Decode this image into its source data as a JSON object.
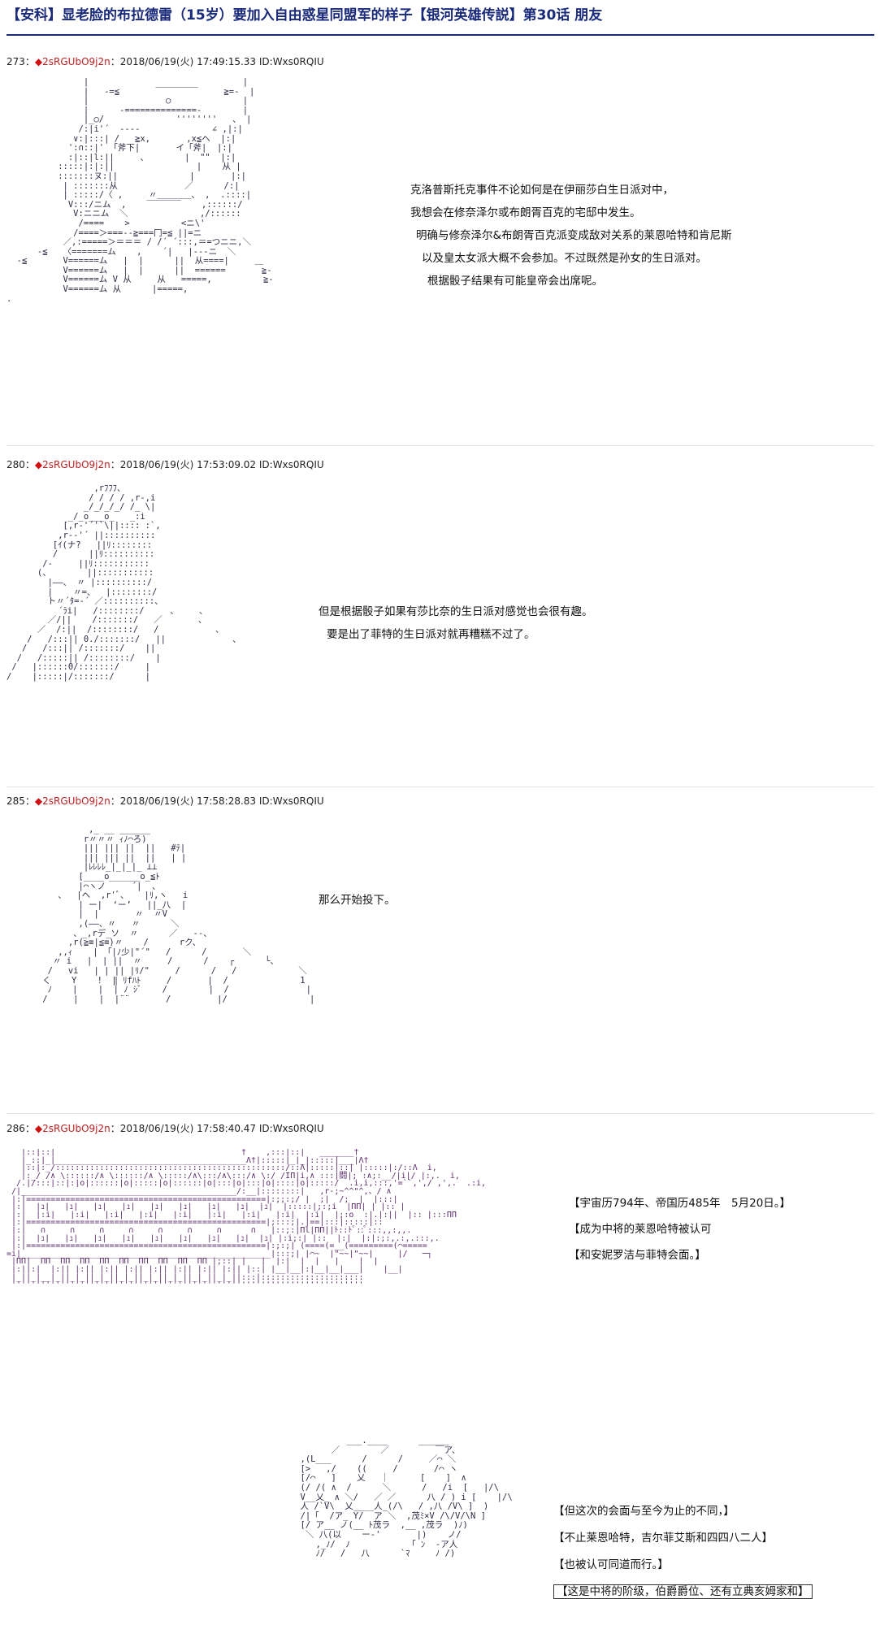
{
  "page": {
    "title": "【安科】显老脸的布拉德雷（15岁）要加入自由惑星同盟军的样子【银河英雄传説】第30话 朋友"
  },
  "posts": [
    {
      "number": "273",
      "separator": "：",
      "diamond": "◆",
      "trip": "2sRGUbO9j2n",
      "meta": "：2018/06/19(火) 17:49:15.33 ID:Wxs0RQIU",
      "lines": [
        "克洛普斯托克事件不论如何是在伊丽莎白生日派对中，",
        "我想会在修奈泽尔或布朗胥百克的宅邸中发生。",
        "明确与修奈泽尔&布朗胥百克派变成敌对关系的莱恩哈特和肯尼斯",
        "以及皇太女派大概不会参加。不过既然是孙女的生日派对。",
        "根据骰子结果有可能皇帝会出席呢。"
      ]
    },
    {
      "number": "280",
      "separator": "：",
      "diamond": "◆",
      "trip": "2sRGUbO9j2n",
      "meta": "：2018/06/19(火) 17:53:09.02 ID:Wxs0RQIU",
      "lines": [
        "但是根据骰子如果有莎比奈的生日派对感觉也会很有趣。",
        "要是出了菲特的生日派对就再糟糕不过了。"
      ]
    },
    {
      "number": "285",
      "separator": "：",
      "diamond": "◆",
      "trip": "2sRGUbO9j2n",
      "meta": "：2018/06/19(火) 17:58:28.83 ID:Wxs0RQIU",
      "lines": [
        "那么开始投下。"
      ]
    },
    {
      "number": "286",
      "separator": "：",
      "diamond": "◆",
      "trip": "2sRGUbO9j2n",
      "meta": "：2018/06/19(火) 17:58:40.47 ID:Wxs0RQIU",
      "lines": [
        "【宇宙历794年、帝国历485年　5月20日。】",
        "【成为中将的莱恩哈特被认可",
        "【和安妮罗洁与菲特会面。】"
      ],
      "lines2": [
        "【但这次的会面与至今为止的不同，】",
        "【不止莱恩哈特，吉尔菲艾斯和四四八二人】",
        "【也被认可同道而行。】",
        "【这是中将的阶级，伯爵爵位、还有立典亥姆家和】"
      ]
    }
  ]
}
